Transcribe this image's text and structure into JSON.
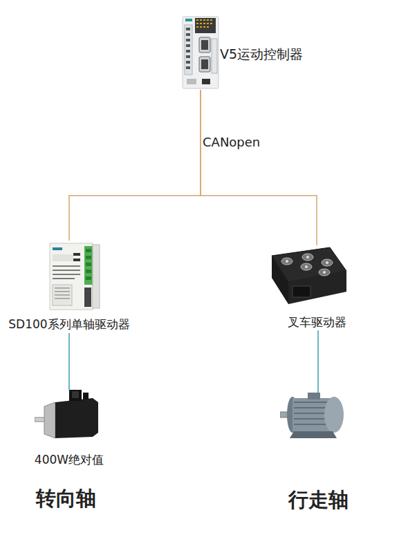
{
  "diagram": {
    "nodes": [
      {
        "text": [
          "V5运动控制器"
        ]
      },
      {
        "text": [
          "SD100系列单轴驱动器"
        ]
      },
      {
        "text": [
          "叉车驱动器"
        ]
      },
      {
        "text": [
          "400W绝对值",
          "转向轴"
        ]
      },
      {
        "text": [
          "行走轴"
        ]
      }
    ],
    "edges": [
      {
        "from": 0,
        "to": 1,
        "arrow": "none"
      },
      {
        "from": 0,
        "to": 2,
        "arrow": "none"
      },
      {
        "from": 1,
        "to": 3,
        "arrow": "none"
      },
      {
        "from": 2,
        "to": 4,
        "arrow": "none"
      }
    ],
    "labels": [
      "CANopen"
    ]
  }
}
